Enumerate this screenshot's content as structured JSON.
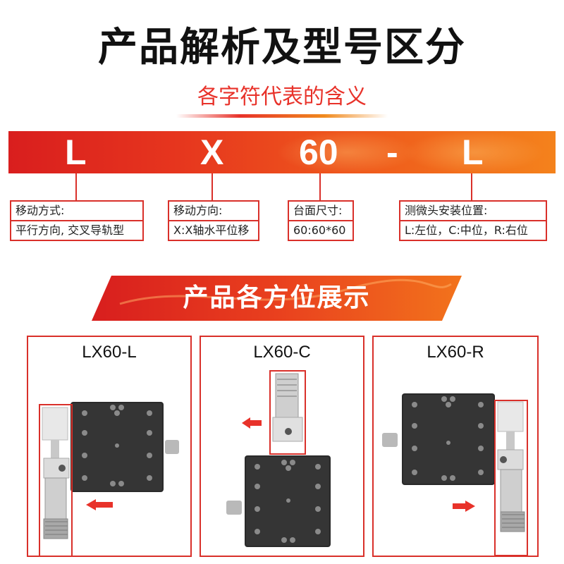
{
  "header": {
    "title": "产品解析及型号区分",
    "subtitle": "各字符代表的含义"
  },
  "model_code": {
    "chars": [
      "L",
      "X",
      "60",
      "-",
      "L"
    ],
    "colors": {
      "banner_start": "#d91e1e",
      "banner_end": "#f4821c"
    }
  },
  "descriptions": [
    {
      "heading": "移动方式:",
      "value": "平行方向, 交叉导轨型"
    },
    {
      "heading": "移动方向:",
      "value": "X:X轴水平位移"
    },
    {
      "heading": "台面尺寸:",
      "value": "60:60*60"
    },
    {
      "heading": "测微头安装位置:",
      "value": "L:左位，C:中位，R:右位"
    }
  ],
  "section2": {
    "title": "产品各方位展示"
  },
  "products": [
    {
      "label": "LX60-L"
    },
    {
      "label": "LX60-C"
    },
    {
      "label": "LX60-R"
    }
  ],
  "colors": {
    "accent": "#d9302a",
    "title": "#111111",
    "subtitle": "#e8322a"
  }
}
